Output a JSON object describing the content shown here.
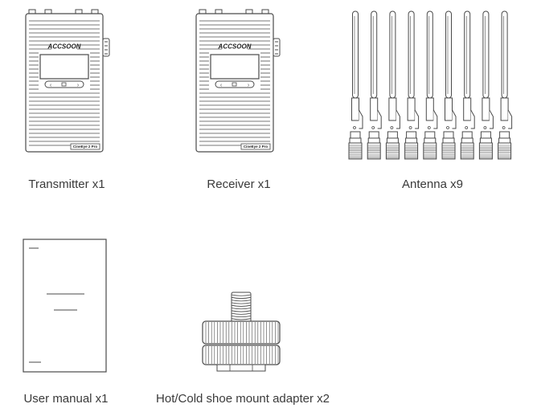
{
  "items": [
    {
      "label": "Transmitter x1",
      "brand": "ACCSOON",
      "model": "CineEye 2 Pro"
    },
    {
      "label": "Receiver x1",
      "brand": "ACCSOON",
      "model": "CineEye 2 Pro"
    },
    {
      "label": "Antenna x9"
    },
    {
      "label": "User manual x1"
    },
    {
      "label": "Hot/Cold shoe mount adapter x2"
    }
  ],
  "colors": {
    "line": "#4a4a4a",
    "text": "#3a3a3a"
  }
}
